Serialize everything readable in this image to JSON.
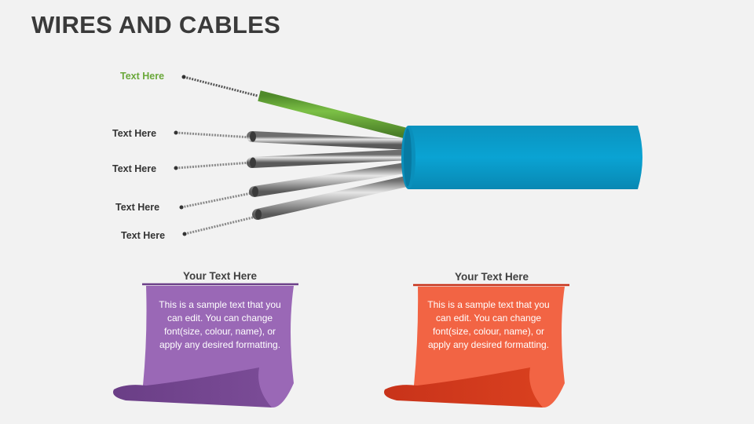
{
  "slide": {
    "title": "WIRES AND CABLES"
  },
  "colors": {
    "cable_jacket": "#0aa0cf",
    "green_wire": "#70ad3f",
    "green_label": "#6aa83a",
    "purple": "#8e5fa8",
    "orange": "#ef5a3a",
    "text_dark": "#333333"
  },
  "wires": [
    {
      "label": "Text Here",
      "color": "green"
    },
    {
      "label": "Text Here",
      "color": "silver"
    },
    {
      "label": "Text Here",
      "color": "silver"
    },
    {
      "label": "Text Here",
      "color": "silver"
    },
    {
      "label": "Text Here",
      "color": "silver"
    }
  ],
  "cards": [
    {
      "heading": "Your Text Here",
      "body": "This is a sample text that you can edit. You can change font(size, colour, name), or apply any desired formatting.",
      "color": "purple"
    },
    {
      "heading": "Your Text Here",
      "body": "This is a sample text that you can edit. You can change font(size, colour, name), or apply any desired formatting.",
      "color": "orange"
    }
  ]
}
